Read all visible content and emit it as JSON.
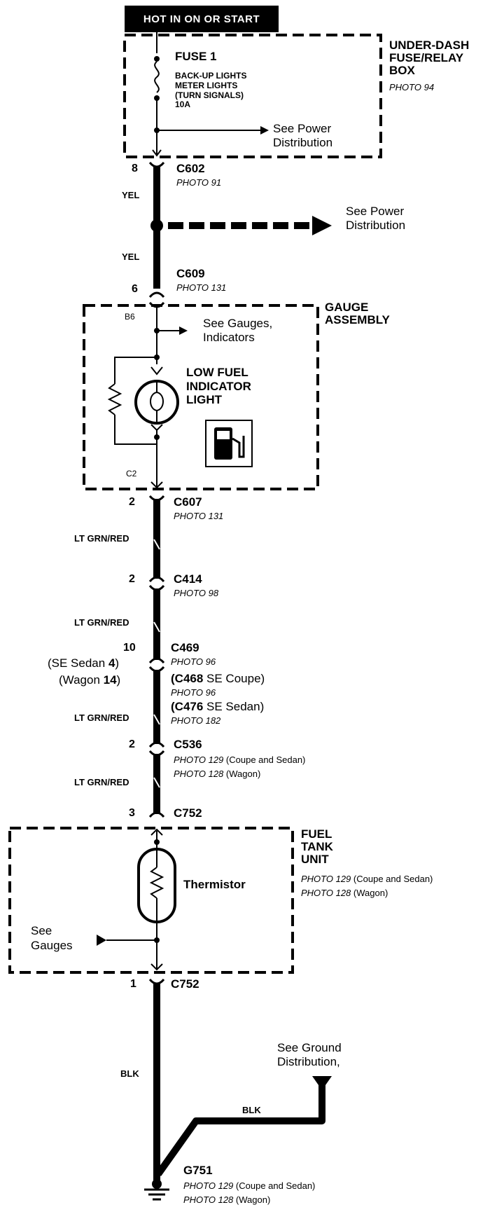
{
  "power_source": "HOT IN ON OR START",
  "fuse_box": {
    "title_lines": [
      "UNDER-DASH",
      "FUSE/RELAY",
      "BOX"
    ],
    "photo": "PHOTO 94",
    "fuse_name": "FUSE 1",
    "fuse_desc": [
      "BACK-UP LIGHTS",
      "METER LIGHTS",
      "(TURN SIGNALS)",
      "10A"
    ],
    "see_ref": [
      "See Power",
      "Distribution"
    ]
  },
  "c602": {
    "pin": "8",
    "name": "C602",
    "photo": "PHOTO 91"
  },
  "wire_yel": "YEL",
  "splice_ref": [
    "See Power",
    "Distribution"
  ],
  "c609": {
    "pin": "6",
    "name": "C609",
    "photo": "PHOTO 131"
  },
  "gauge_assembly": {
    "title_lines": [
      "GAUGE",
      "ASSEMBLY"
    ],
    "pin_top": "B6",
    "pin_bottom": "C2",
    "see_ref": [
      "See Gauges,",
      "Indicators"
    ],
    "light_label": [
      "LOW FUEL",
      "INDICATOR",
      "LIGHT"
    ],
    "fuel_icon": "fuel-pump-icon"
  },
  "c607": {
    "pin": "2",
    "name": "C607",
    "photo": "PHOTO 131"
  },
  "wire_ltgrn": "LT GRN/RED",
  "c414": {
    "pin": "2",
    "name": "C414",
    "photo": "PHOTO 98"
  },
  "c469": {
    "pin": "10",
    "name": "C469",
    "photo": "PHOTO 96",
    "alt_pin1_pre": "(SE Sedan ",
    "alt_pin1_num": "4",
    "alt_pin1_post": ")",
    "alt_pin2_pre": "(Wagon ",
    "alt_pin2_num": "14",
    "alt_pin2_post": ")",
    "alt1_name": "(C468",
    "alt1_desc": " SE Coupe)",
    "alt1_photo": "PHOTO 96",
    "alt2_name": "(C476",
    "alt2_desc": " SE Sedan)",
    "alt2_photo": "PHOTO 182"
  },
  "c536": {
    "pin": "2",
    "name": "C536",
    "photo1": "PHOTO 129",
    "photo1_note": " (Coupe and Sedan)",
    "photo2": "PHOTO 128",
    "photo2_note": " (Wagon)"
  },
  "c752_top": {
    "pin": "3",
    "name": "C752"
  },
  "fuel_tank": {
    "title_lines": [
      "FUEL",
      "TANK",
      "UNIT"
    ],
    "photo1": "PHOTO 129",
    "photo1_note": " (Coupe and Sedan)",
    "photo2": "PHOTO 128",
    "photo2_note": " (Wagon)",
    "thermistor": "Thermistor",
    "see_ref": [
      "See",
      "Gauges"
    ]
  },
  "c752_bottom": {
    "pin": "1",
    "name": "C752"
  },
  "wire_blk": "BLK",
  "ground_ref": [
    "See Ground",
    "Distribution,"
  ],
  "g751": {
    "name": "G751",
    "photo1": "PHOTO 129",
    "photo1_note": " (Coupe and Sedan)",
    "photo2": "PHOTO 128",
    "photo2_note": " (Wagon)"
  },
  "colors": {
    "ink": "#000000",
    "paper": "#ffffff"
  }
}
